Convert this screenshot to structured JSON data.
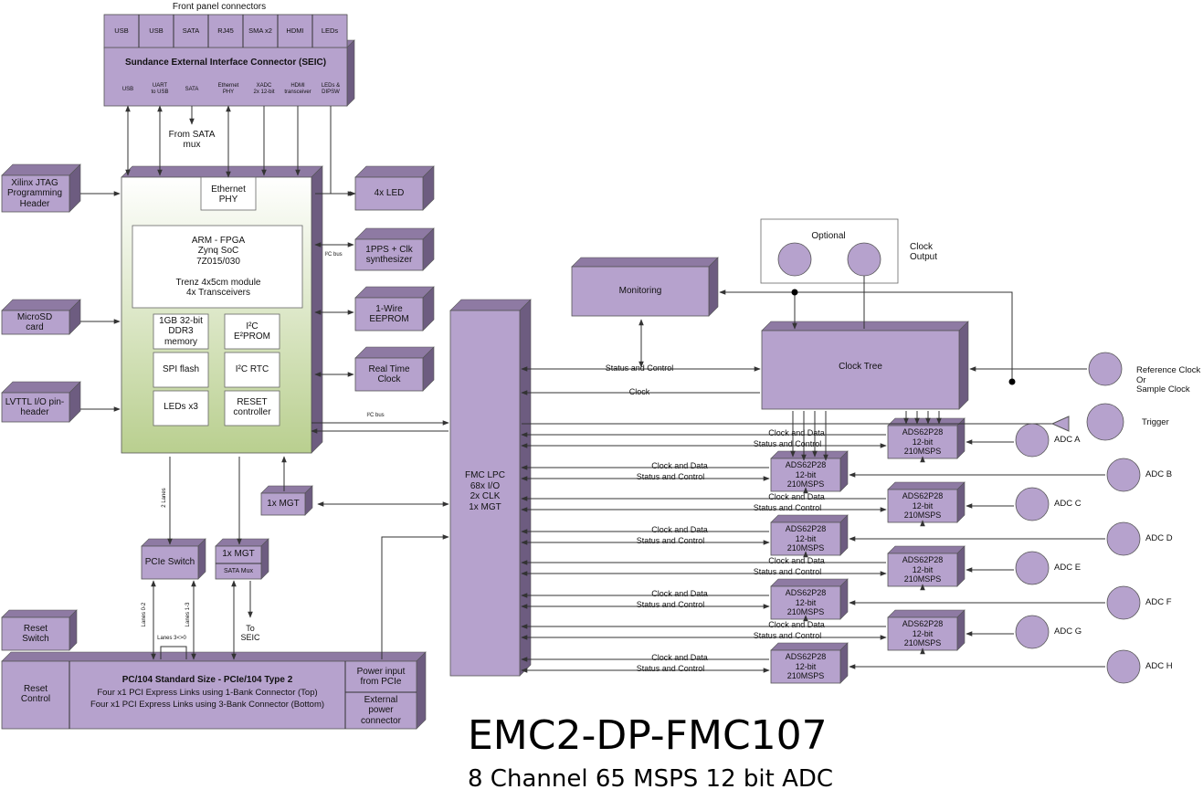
{
  "title": "EMC2-DP-FMC107",
  "subtitle": "8 Channel 65 MSPS 12 bit ADC",
  "colors": {
    "box_face": "#b6a2cd",
    "box_side": "#6d5c80",
    "box_top": "#8e7aa3",
    "soc_top": "#ffffff",
    "soc_bottom": "#b9cf8f",
    "line": "#333333"
  },
  "front_panel": {
    "caption": "Front panel connectors",
    "connectors": [
      "USB",
      "USB",
      "SATA",
      "RJ45",
      "SMA x2",
      "HDMI",
      "LEDs"
    ],
    "seic_label": "Sundance External Interface Connector (SEIC)",
    "signals": [
      "USB",
      "UART\nto USB",
      "SATA",
      "Ethernet\nPHY",
      "XADC\n2x 12-bit",
      "HDMI\ntransceiver",
      "LEDs &\nDIPSW"
    ],
    "from_sata": "From SATA\nmux"
  },
  "left_blocks": {
    "jtag": "Xilinx JTAG\nProgramming\nHeader",
    "microsd": "MicroSD\ncard",
    "lvttl": "LVTTL I/O pin-\nheader"
  },
  "soc_module": {
    "eth_phy": "Ethernet\nPHY",
    "fpga": "ARM - FPGA\nZynq SoC\n7Z015/030\n\nTrenz 4x5cm module\n4x Transceivers",
    "ddr": "1GB 32-bit\nDDR3\nmemory",
    "eeprom": "I²C\nE²PROM",
    "spi": "SPI flash",
    "rtc": "I²C RTC",
    "leds": "LEDs x3",
    "reset": "RESET\ncontroller"
  },
  "right_blocks": {
    "led4": "4x LED",
    "pps": "1PPS + Clk\nsynthesizer",
    "onewire": "1-Wire\nEEPROM",
    "rtc": "Real Time\nClock"
  },
  "bus_labels": {
    "i2c_small": "I²C bus",
    "i2c_fmc": "I²C bus",
    "two_lanes": "2 Lanes",
    "lanes02": "Lanes 0-2",
    "lanes13": "Lanes 1-3",
    "lanes3": "Lanes 3<>0"
  },
  "lower_blocks": {
    "mgt_small": "1x MGT",
    "pcie_switch": "PCIe Switch",
    "mgt_sata": "1x MGT",
    "sata_mux": "SATA Mux",
    "to_seic": "To\nSEIC"
  },
  "bottom": {
    "reset_switch": "Reset\nSwitch",
    "reset_control": "Reset\nControl",
    "pc104_title": "PC/104 Standard Size -  PCIe/104 Type 2",
    "pc104_line1": "Four x1 PCI Express Links using 1-Bank Connector (Top)",
    "pc104_line2": "Four x1 PCI Express Links using 3-Bank Connector (Bottom)",
    "power_pcie": "Power input\nfrom PCIe",
    "ext_power": "External\npower\nconnector"
  },
  "fmc": "FMC LPC\n68x I/O\n2x CLK\n1x MGT",
  "clock_section": {
    "monitoring": "Monitoring",
    "optional": "Optional",
    "clock_output": "Clock\nOutput",
    "clock_tree": "Clock Tree",
    "reference": "Reference Clock\nOr\nSample Clock",
    "trigger": "Trigger",
    "status_control": "Status and Control",
    "clock": "Clock"
  },
  "adc_section": {
    "chip_label": "ADS62P28\n12-bit\n210MSPS",
    "clock_data": "Clock and Data",
    "status_control": "Status and Control",
    "channels": [
      "ADC A",
      "ADC B",
      "ADC C",
      "ADC D",
      "ADC E",
      "ADC F",
      "ADC G",
      "ADC H"
    ]
  }
}
